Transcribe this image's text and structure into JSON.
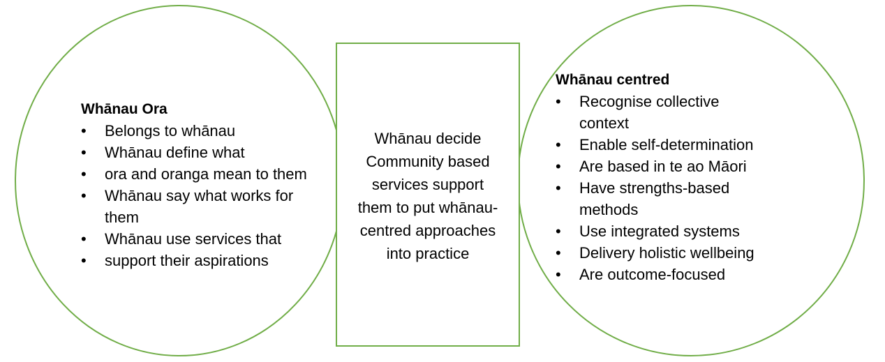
{
  "colors": {
    "outline": "#70ad47",
    "background": "#ffffff",
    "text": "#000000"
  },
  "left": {
    "title": "Whānau Ora",
    "items": [
      {
        "text": "Belongs to whānau",
        "bullet": true
      },
      {
        "text": "Whānau define what",
        "bullet": true
      },
      {
        "text": "ora and oranga mean to them",
        "bullet": true
      },
      {
        "text": "Whānau say what works for",
        "bullet": true
      },
      {
        "text": "them",
        "bullet": false
      },
      {
        "text": "Whānau use services that",
        "bullet": true
      },
      {
        "text": "support their aspirations",
        "bullet": true
      }
    ]
  },
  "center": {
    "lines": [
      "Whānau decide",
      "Community based",
      "services support",
      "them to put whānau-",
      "centred approaches",
      "into practice"
    ]
  },
  "right": {
    "title": "Whānau centred",
    "items": [
      {
        "text": "Recognise collective",
        "bullet": true
      },
      {
        "text": "context",
        "bullet": false
      },
      {
        "text": "Enable self-determination",
        "bullet": true
      },
      {
        "text": "Are based in te ao Māori",
        "bullet": true
      },
      {
        "text": "Have strengths-based",
        "bullet": true
      },
      {
        "text": "methods",
        "bullet": false
      },
      {
        "text": "Use integrated systems",
        "bullet": true
      },
      {
        "text": "Delivery holistic wellbeing",
        "bullet": true
      },
      {
        "text": "Are outcome-focused",
        "bullet": true
      }
    ]
  }
}
